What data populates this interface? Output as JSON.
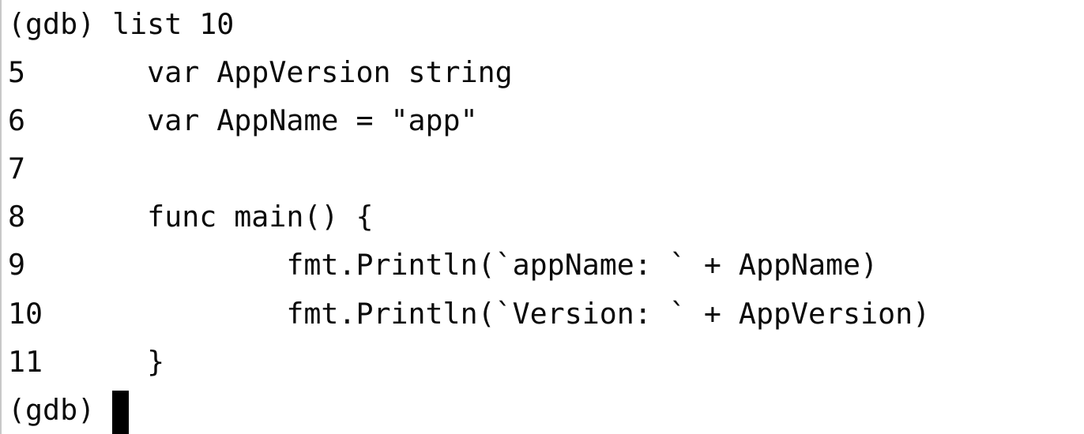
{
  "terminal": {
    "lines": [
      "(gdb) list 10",
      "5       var AppVersion string",
      "6       var AppName = \"app\"",
      "7",
      "8       func main() {",
      "9               fmt.Println(`appName: ` + AppName)",
      "10              fmt.Println(`Version: ` + AppVersion)",
      "11      }"
    ],
    "prompt": "(gdb) ",
    "command": "list 10",
    "source_listing": {
      "language": "go",
      "first_line": 5,
      "last_line": 11,
      "lines": [
        {
          "number": "5",
          "code": "var AppVersion string"
        },
        {
          "number": "6",
          "code": "var AppName = \"app\""
        },
        {
          "number": "7",
          "code": ""
        },
        {
          "number": "8",
          "code": "func main() {"
        },
        {
          "number": "9",
          "code": "fmt.Println(`appName: ` + AppName)"
        },
        {
          "number": "10",
          "code": "fmt.Println(`Version: ` + AppVersion)"
        },
        {
          "number": "11",
          "code": "}"
        }
      ]
    },
    "cursor_style": "block"
  },
  "colors": {
    "background": "#ffffff",
    "text": "#0a0a0a",
    "cursor": "#000000",
    "left_border": "#c8c8c8"
  }
}
